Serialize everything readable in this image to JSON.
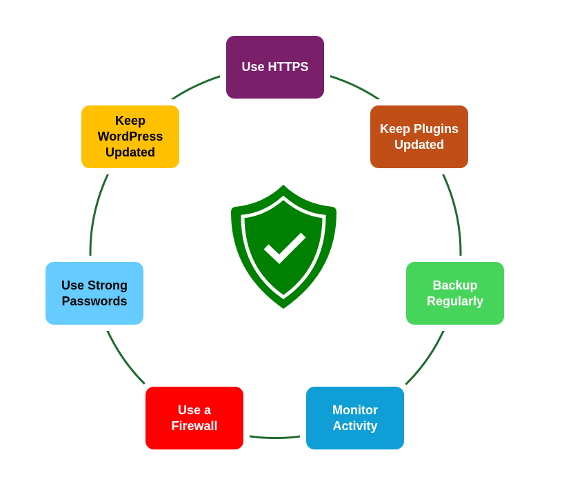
{
  "colors": {
    "ring": "#1E6B2E",
    "shield": "#008000"
  },
  "center_icon": "shield-check-icon",
  "nodes": [
    {
      "label": "Use HTTPS",
      "bg": "#7A1F6A",
      "fg": "#FFFFFF"
    },
    {
      "label": "Keep Plugins\nUpdated",
      "bg": "#C04F17",
      "fg": "#FFFFFF"
    },
    {
      "label": "Backup\nRegularly",
      "bg": "#47D45A",
      "fg": "#FFFFFF"
    },
    {
      "label": "Monitor\nActivity",
      "bg": "#0F9ED5",
      "fg": "#FFFFFF"
    },
    {
      "label": "Use a\nFirewall",
      "bg": "#FF0000",
      "fg": "#FFFFFF"
    },
    {
      "label": "Use Strong\nPasswords",
      "bg": "#66CCFF",
      "fg": "#000000"
    },
    {
      "label": "Keep\nWordPress\nUpdated",
      "bg": "#FFC000",
      "fg": "#000000"
    }
  ]
}
